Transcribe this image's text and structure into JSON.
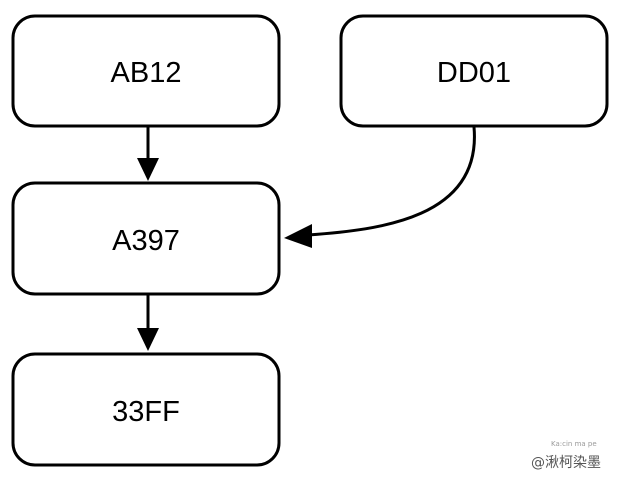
{
  "diagram": {
    "nodes": [
      {
        "id": "AB12",
        "label": "AB12"
      },
      {
        "id": "DD01",
        "label": "DD01"
      },
      {
        "id": "A397",
        "label": "A397"
      },
      {
        "id": "33FF",
        "label": "33FF"
      }
    ],
    "edges": [
      {
        "from": "AB12",
        "to": "A397"
      },
      {
        "from": "DD01",
        "to": "A397"
      },
      {
        "from": "A397",
        "to": "33FF"
      }
    ]
  },
  "watermark": {
    "text": "@湫柯染墨",
    "small_text": "Ka:cin ma pe"
  },
  "colors": {
    "stroke": "#000000",
    "fill": "#ffffff",
    "watermark": "#555555"
  }
}
